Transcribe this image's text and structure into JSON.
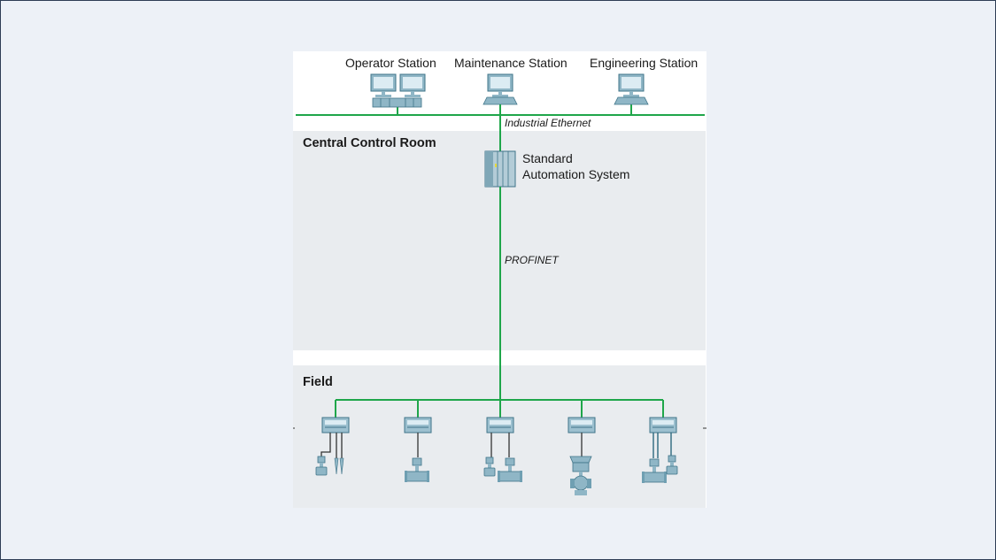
{
  "stations": [
    {
      "label": "Operator Station",
      "icon": "dual-monitor-workstation-icon"
    },
    {
      "label": "Maintenance Station",
      "icon": "workstation-icon"
    },
    {
      "label": "Engineering Station",
      "icon": "workstation-icon"
    }
  ],
  "networks": {
    "industrial_ethernet": "Industrial Ethernet",
    "profinet": "PROFINET"
  },
  "zones": {
    "central": "Central Control Room",
    "field": "Field"
  },
  "automation_system": {
    "line1": "Standard",
    "line2": "Automation System",
    "icon": "plc-rack-icon"
  },
  "field_devices": [
    {
      "icon": "remote-io-icon",
      "instruments": "two-transmitters-and-sensors"
    },
    {
      "icon": "remote-io-icon",
      "instruments": "flow-transmitter"
    },
    {
      "icon": "remote-io-icon",
      "instruments": "two-flow-transmitters"
    },
    {
      "icon": "remote-io-icon",
      "instruments": "control-valve"
    },
    {
      "icon": "remote-io-icon",
      "instruments": "two-flow-transmitters"
    }
  ],
  "colors": {
    "network_line": "#1fa64a",
    "device": "#8fb6c6",
    "device_dark": "#3f7488"
  }
}
